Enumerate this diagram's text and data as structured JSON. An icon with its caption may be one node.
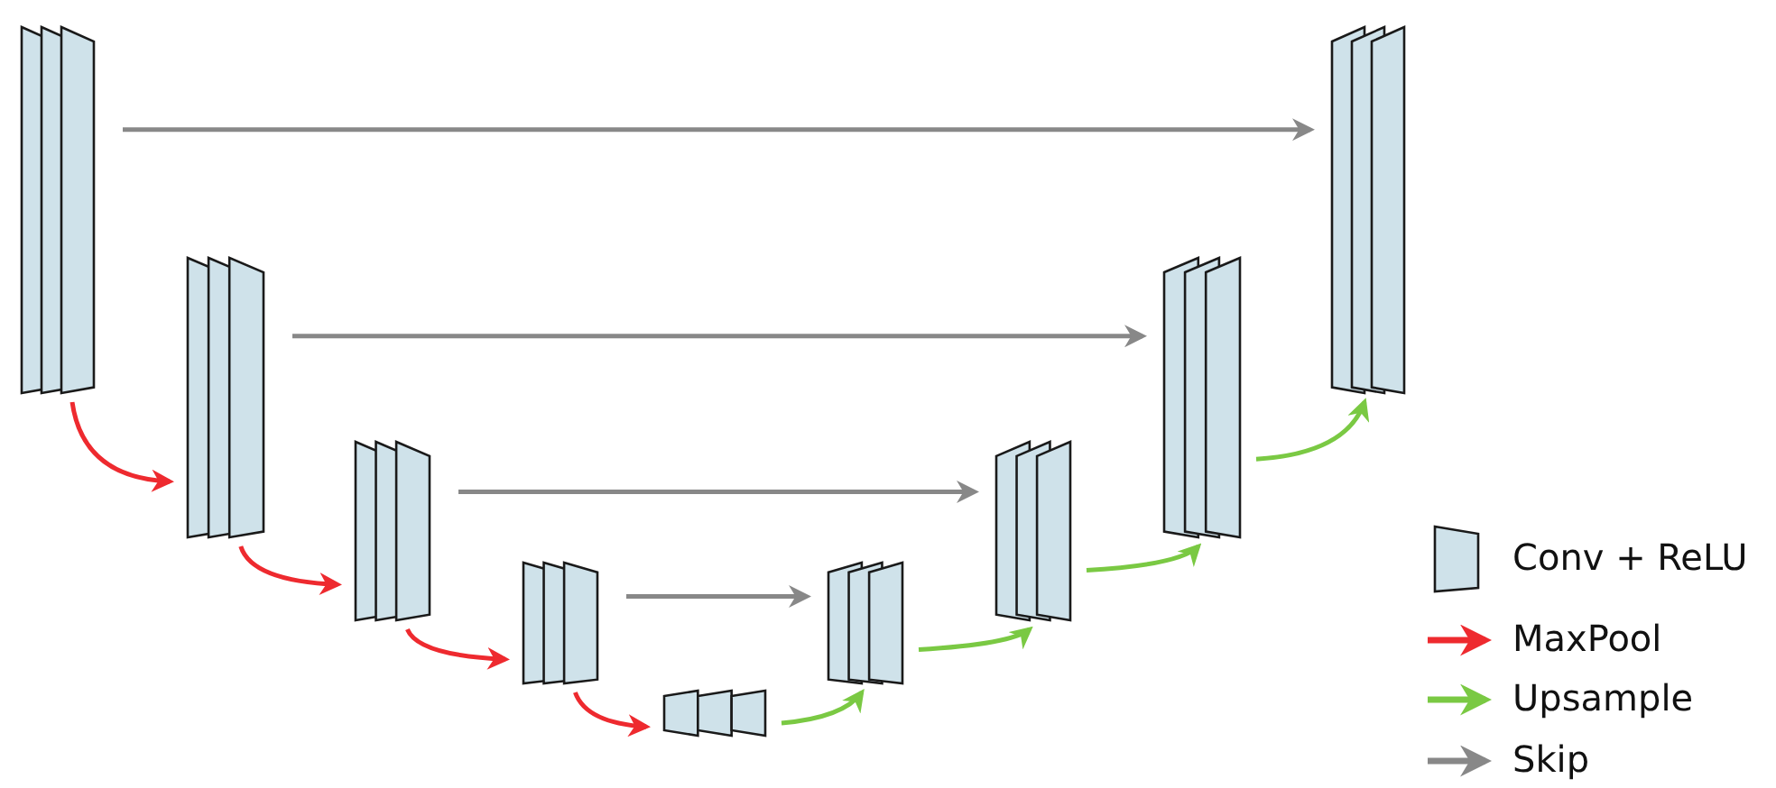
{
  "diagram": {
    "nodes": [
      {
        "text": [],
        "shape": "box"
      },
      {
        "text": [],
        "shape": "box"
      },
      {
        "text": [],
        "shape": "box"
      },
      {
        "text": [],
        "shape": "box"
      },
      {
        "text": [],
        "shape": "box"
      },
      {
        "text": [],
        "shape": "box"
      },
      {
        "text": [],
        "shape": "box"
      },
      {
        "text": [],
        "shape": "box"
      },
      {
        "text": [],
        "shape": "box"
      }
    ],
    "edges": [
      {
        "from": 0,
        "to": 1,
        "arrow": "to",
        "color": "#ee2a2f"
      },
      {
        "from": 1,
        "to": 2,
        "arrow": "to",
        "color": "#ee2a2f"
      },
      {
        "from": 2,
        "to": 3,
        "arrow": "to",
        "color": "#ee2a2f"
      },
      {
        "from": 3,
        "to": 4,
        "arrow": "to",
        "color": "#ee2a2f"
      },
      {
        "from": 4,
        "to": 5,
        "arrow": "to",
        "color": "#7ac943"
      },
      {
        "from": 5,
        "to": 6,
        "arrow": "to",
        "color": "#7ac943"
      },
      {
        "from": 6,
        "to": 7,
        "arrow": "to",
        "color": "#7ac943"
      },
      {
        "from": 7,
        "to": 8,
        "arrow": "to",
        "color": "#7ac943"
      },
      {
        "from": 0,
        "to": 8,
        "arrow": "to",
        "color": "#888888"
      },
      {
        "from": 1,
        "to": 7,
        "arrow": "to",
        "color": "#888888"
      },
      {
        "from": 2,
        "to": 6,
        "arrow": "to",
        "color": "#888888"
      },
      {
        "from": 3,
        "to": 5,
        "arrow": "to",
        "color": "#888888"
      }
    ],
    "legend": [
      {
        "text": "Conv + ReLU"
      },
      {
        "text": "MaxPool"
      },
      {
        "text": "Upsample"
      },
      {
        "text": "Skip"
      }
    ]
  }
}
